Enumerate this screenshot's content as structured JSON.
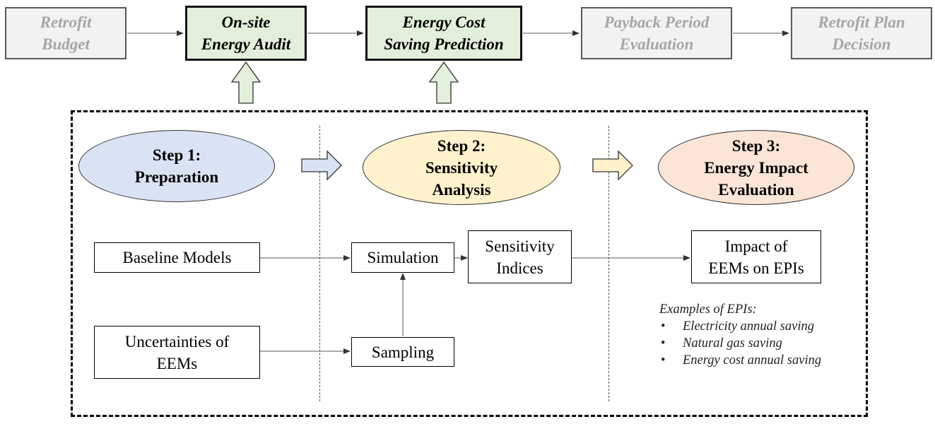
{
  "workflow": {
    "retrofit_budget": "Retrofit\nBudget",
    "energy_audit": "On-site\nEnergy Audit",
    "cost_saving": "Energy Cost\nSaving Prediction",
    "payback": "Payback Period\nEvaluation",
    "plan_decision": "Retrofit Plan\nDecision"
  },
  "steps": {
    "step1": "Step 1:\nPreparation",
    "step2": "Step 2:\nSensitivity\nAnalysis",
    "step3": "Step 3:\nEnergy Impact\nEvaluation"
  },
  "nodes": {
    "baseline_models": "Baseline Models",
    "uncertainties": "Uncertainties of\nEEMs",
    "simulation": "Simulation",
    "sampling": "Sampling",
    "sensitivity_indices": "Sensitivity\nIndices",
    "impact": "Impact of\nEEMs on EPIs"
  },
  "examples": {
    "title": "Examples of EPIs:",
    "bullet": "•",
    "items": [
      "Electricity annual saving",
      "Natural gas saving",
      "Energy cost annual saving"
    ]
  },
  "colors": {
    "step1_fill": "#dae3f3",
    "step2_fill": "#fff2cc",
    "step3_fill": "#fbe5d6",
    "active_box_fill": "#e2efda",
    "inactive_box_fill": "#f2f2f2",
    "inactive_text": "#a6a6a6"
  }
}
